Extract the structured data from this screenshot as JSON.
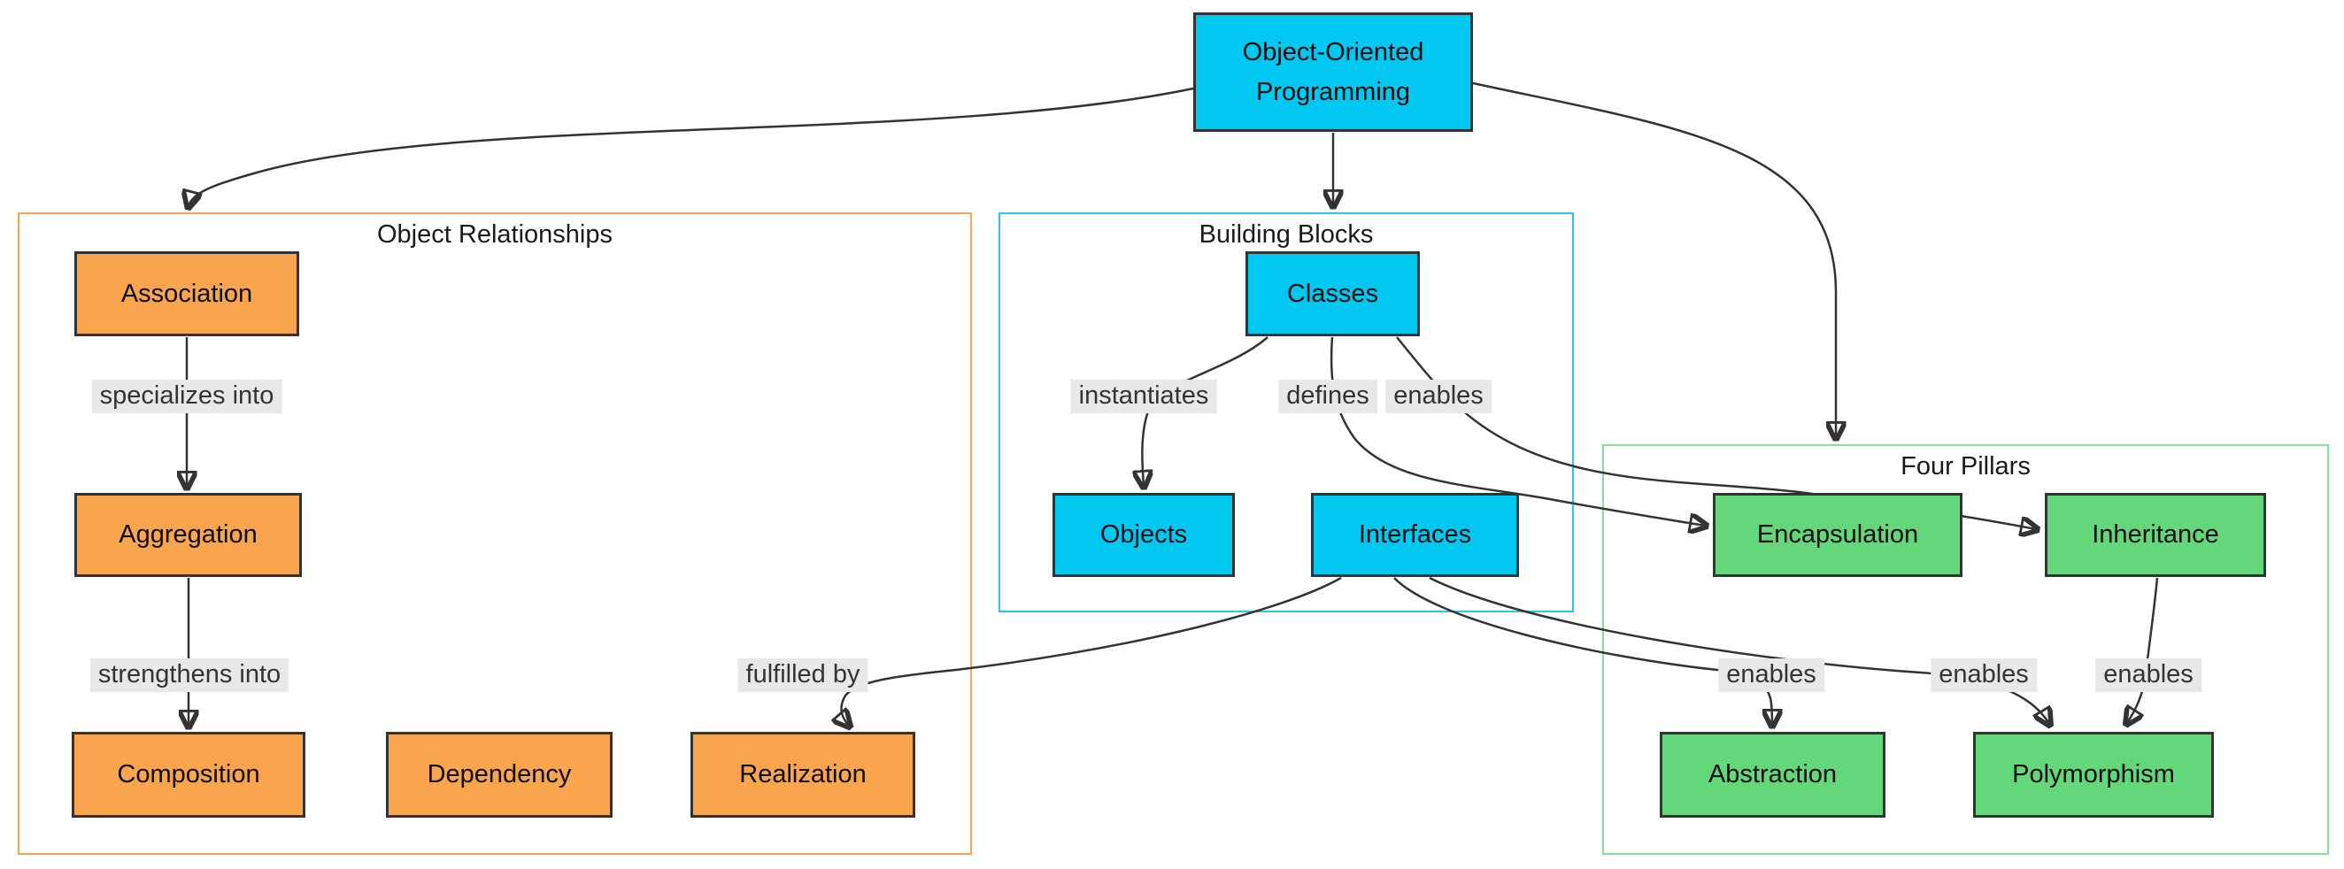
{
  "diagram_type": "flowchart",
  "subgraphs": [
    {
      "id": "object-relationships",
      "title": "Object Relationships",
      "border_color": "#f9a54e"
    },
    {
      "id": "building-blocks",
      "title": "Building Blocks",
      "border_color": "#29c5f0"
    },
    {
      "id": "four-pillars",
      "title": "Four Pillars",
      "border_color": "#80e494"
    }
  ],
  "nodes": {
    "oop": {
      "label": "Object-Oriented Programming",
      "line1": "Object-Oriented",
      "line2": "Programming",
      "fill": "#00c8f0"
    },
    "association": {
      "label": "Association",
      "fill": "#f9a54e"
    },
    "aggregation": {
      "label": "Aggregation",
      "fill": "#f9a54e"
    },
    "composition": {
      "label": "Composition",
      "fill": "#f9a54e"
    },
    "dependency": {
      "label": "Dependency",
      "fill": "#f9a54e"
    },
    "realization": {
      "label": "Realization",
      "fill": "#f9a54e"
    },
    "classes": {
      "label": "Classes",
      "fill": "#00c8f0"
    },
    "objects": {
      "label": "Objects",
      "fill": "#00c8f0"
    },
    "interfaces": {
      "label": "Interfaces",
      "fill": "#00c8f0"
    },
    "encapsulation": {
      "label": "Encapsulation",
      "fill": "#63d77a"
    },
    "inheritance": {
      "label": "Inheritance",
      "fill": "#63d77a"
    },
    "abstraction": {
      "label": "Abstraction",
      "fill": "#63d77a"
    },
    "polymorphism": {
      "label": "Polymorphism",
      "fill": "#63d77a"
    }
  },
  "edges": [
    {
      "from": "Object-Oriented Programming",
      "to": "Object Relationships",
      "label": ""
    },
    {
      "from": "Object-Oriented Programming",
      "to": "Building Blocks",
      "label": ""
    },
    {
      "from": "Object-Oriented Programming",
      "to": "Four Pillars",
      "label": ""
    },
    {
      "from": "Association",
      "to": "Aggregation",
      "label": "specializes into"
    },
    {
      "from": "Aggregation",
      "to": "Composition",
      "label": "strengthens into"
    },
    {
      "from": "Classes",
      "to": "Objects",
      "label": "instantiates"
    },
    {
      "from": "Classes",
      "to": "Encapsulation",
      "label": "defines"
    },
    {
      "from": "Classes",
      "to": "Inheritance",
      "label": "enables"
    },
    {
      "from": "Interfaces",
      "to": "Realization",
      "label": "fulfilled by"
    },
    {
      "from": "Interfaces",
      "to": "Abstraction",
      "label": "enables"
    },
    {
      "from": "Interfaces",
      "to": "Polymorphism",
      "label": "enables"
    },
    {
      "from": "Inheritance",
      "to": "Polymorphism",
      "label": "enables"
    }
  ],
  "colors": {
    "node_cyan": "#00c8f0",
    "node_orange": "#f9a54e",
    "node_green": "#63d77a",
    "cluster_border_orange": "#f9a54e",
    "cluster_border_cyan": "#29c5f0",
    "cluster_border_green": "#80e494",
    "node_border": "#333333",
    "edge_stroke": "#333333",
    "edge_label_bg": "#e8e8e8",
    "edge_label_text": "#333333",
    "background": "#ffffff"
  }
}
